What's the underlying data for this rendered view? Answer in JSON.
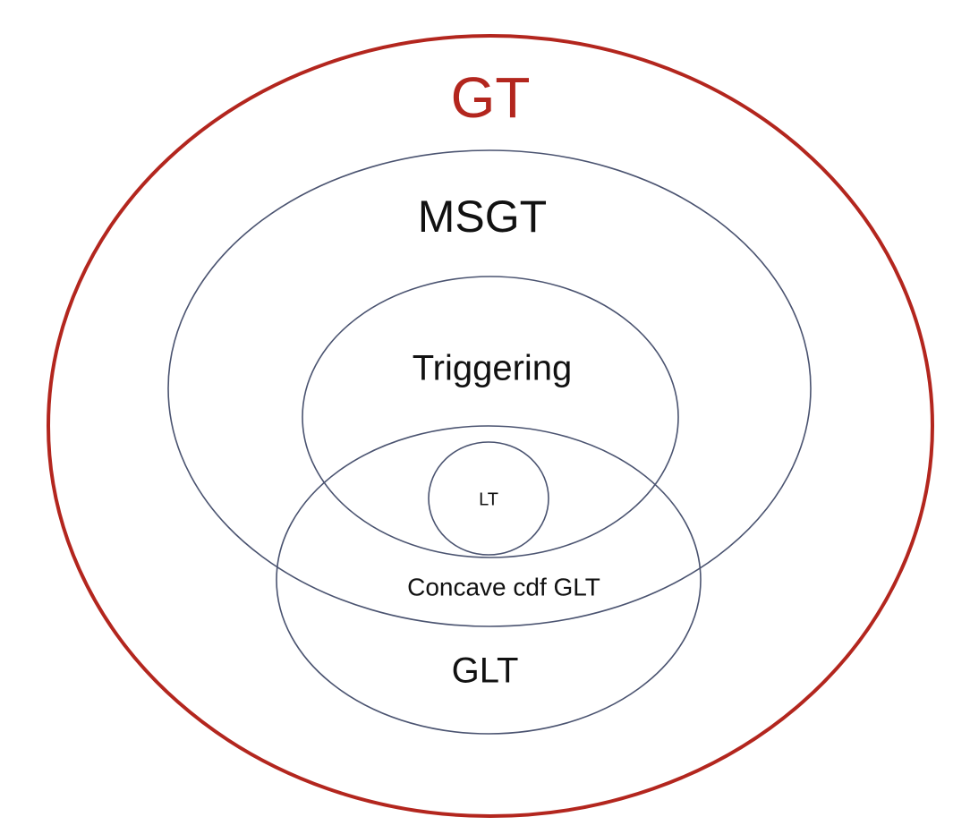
{
  "diagram": {
    "type": "nested-set-diagram",
    "sets": {
      "gt": {
        "label": "GT",
        "color": "#b3261e"
      },
      "msgt": {
        "label": "MSGT",
        "color": "#4a5370"
      },
      "triggering": {
        "label": "Triggering",
        "color": "#4a5370"
      },
      "lt": {
        "label": "LT",
        "color": "#4a5370"
      },
      "glt": {
        "label": "GLT",
        "color": "#4a5370"
      },
      "concave_cdf_glt": {
        "label": "Concave cdf GLT"
      }
    },
    "text_color": "#111111"
  }
}
